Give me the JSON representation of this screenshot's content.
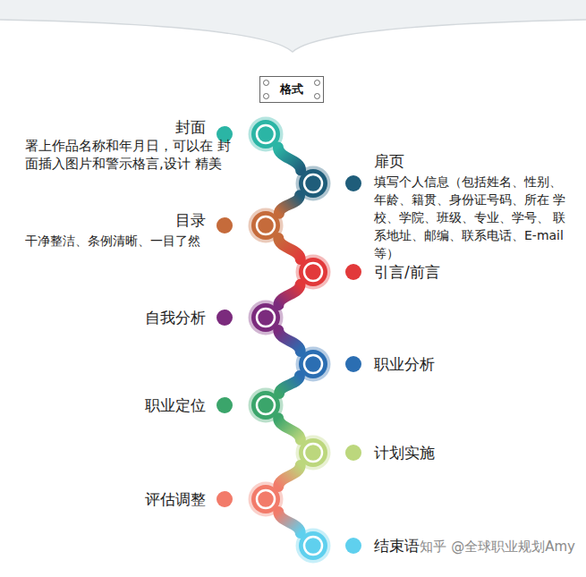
{
  "diagram": {
    "title": "格式",
    "nodes": [
      {
        "text": [
          "封面",
          "署上作品名称和年月日，可以在 封面插入图片和警示格言,设计 精美"
        ]
      },
      {
        "text": [
          "扉页",
          "填写个人信息（包括姓名、性别、 年龄、籍贯、身份证号码、所在 学校、学院、班级、专业、学号、 联系地址、邮编、联系电话、E-mail等）"
        ]
      },
      {
        "text": [
          "目录",
          "干净整洁、条例清晰、一目了然"
        ]
      },
      {
        "text": [
          "引言/前言"
        ]
      },
      {
        "text": [
          "自我分析"
        ]
      },
      {
        "text": [
          "职业分析"
        ]
      },
      {
        "text": [
          "职业定位"
        ]
      },
      {
        "text": [
          "计划实施"
        ]
      },
      {
        "text": [
          "评估调整"
        ]
      },
      {
        "text": [
          "结束语"
        ]
      }
    ],
    "edges": [
      {
        "from": 0,
        "to": 1,
        "arrow": "none"
      },
      {
        "from": 1,
        "to": 2,
        "arrow": "none"
      },
      {
        "from": 2,
        "to": 3,
        "arrow": "none"
      },
      {
        "from": 3,
        "to": 4,
        "arrow": "none"
      },
      {
        "from": 4,
        "to": 5,
        "arrow": "none"
      },
      {
        "from": 5,
        "to": 6,
        "arrow": "none"
      },
      {
        "from": 6,
        "to": 7,
        "arrow": "none"
      },
      {
        "from": 7,
        "to": 8,
        "arrow": "none"
      },
      {
        "from": 8,
        "to": 9,
        "arrow": "none"
      }
    ],
    "labels": [
      "知乎 @全球职业规划Amy"
    ]
  }
}
